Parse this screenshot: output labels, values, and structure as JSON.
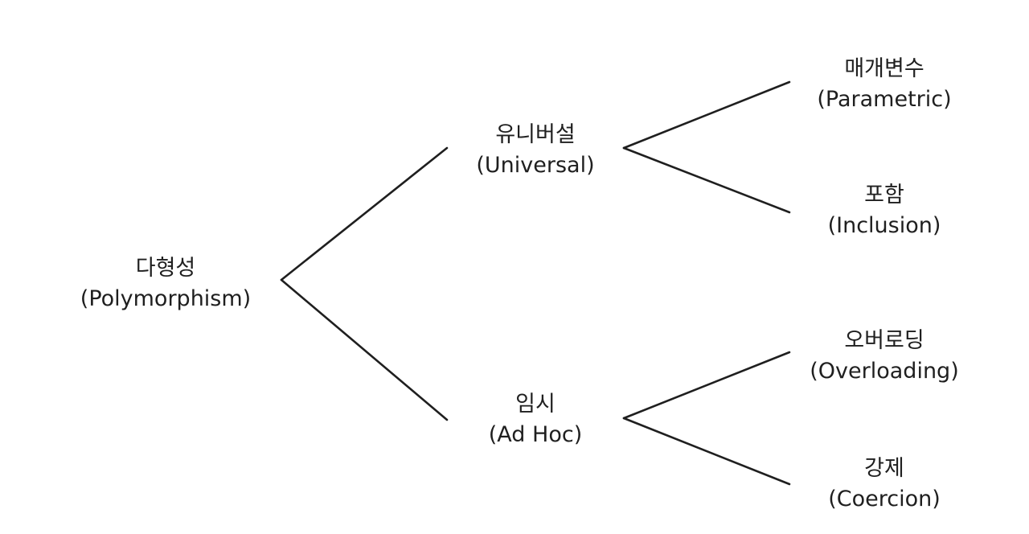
{
  "tree": {
    "root": {
      "korean": "다형성",
      "english": "(Polymorphism)"
    },
    "universal": {
      "korean": "유니버설",
      "english": "(Universal)"
    },
    "adhoc": {
      "korean": "임시",
      "english": "(Ad Hoc)"
    },
    "parametric": {
      "korean": "매개변수",
      "english": "(Parametric)"
    },
    "inclusion": {
      "korean": "포함",
      "english": "(Inclusion)"
    },
    "overloading": {
      "korean": "오버로딩",
      "english": "(Overloading)"
    },
    "coercion": {
      "korean": "강제",
      "english": "(Coercion)"
    }
  }
}
